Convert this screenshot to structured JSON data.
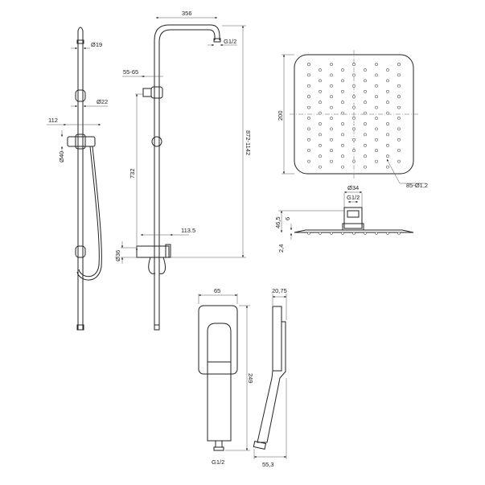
{
  "rail_side_view": {
    "dim_rail_diameter": "Ø19",
    "dim_slider_diameter": "Ø22",
    "dim_holder_length": "112",
    "dim_holder_diameter": "Ø40"
  },
  "rail_front_view": {
    "dim_arm_length": "356",
    "dim_arm_thread": "G1/2",
    "dim_bracket_offset": "55-65",
    "dim_height_range": "872-1142",
    "dim_bracket_height": "732",
    "dim_mixer_depth": "113.5",
    "dim_mixer_diameter": "Ø36"
  },
  "overhead_shower": {
    "dim_size": "200",
    "dim_nozzles": "85-Ø1,2",
    "dim_connector_diameter": "Ø34",
    "dim_connector_thread": "G1/2",
    "dim_total_height": "46,5",
    "dim_connector_height": "6",
    "dim_plate_thickness": "2,4"
  },
  "hand_shower": {
    "dim_width": "65",
    "dim_length": "249",
    "dim_thread": "G1/2",
    "dim_head_depth": "20,75",
    "dim_total_depth": "55,3"
  }
}
